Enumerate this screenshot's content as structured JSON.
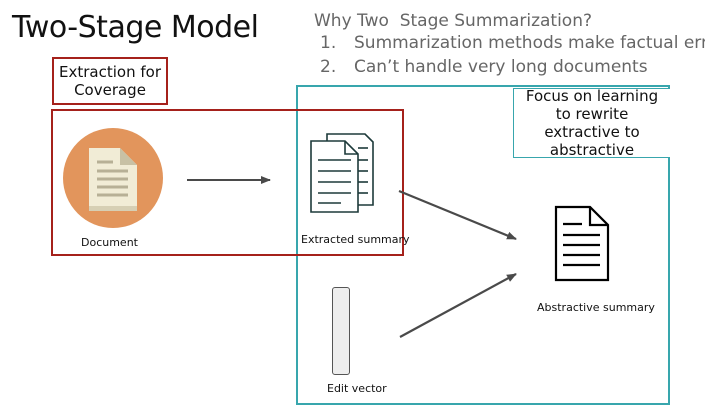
{
  "slide": {
    "title": "Two-Stage Model",
    "why": {
      "question": "Why Two  Stage Summarization?",
      "items": [
        {
          "num": "1.",
          "text": "Summarization methods make factual errors"
        },
        {
          "num": "2.",
          "text": "Can’t handle very long documents"
        }
      ]
    },
    "extraction_label": "Extraction for Coverage",
    "focus_note": "Focus on learning to rewrite extractive to abstractive",
    "captions": {
      "document": "Document",
      "extracted_summary": "Extracted summary",
      "abstractive_summary": "Abstractive summary",
      "edit_vector": "Edit vector"
    },
    "icons": {
      "document": "document-file-icon",
      "extracted_summary": "stacked-documents-icon",
      "abstractive_summary": "document-lines-icon"
    }
  }
}
